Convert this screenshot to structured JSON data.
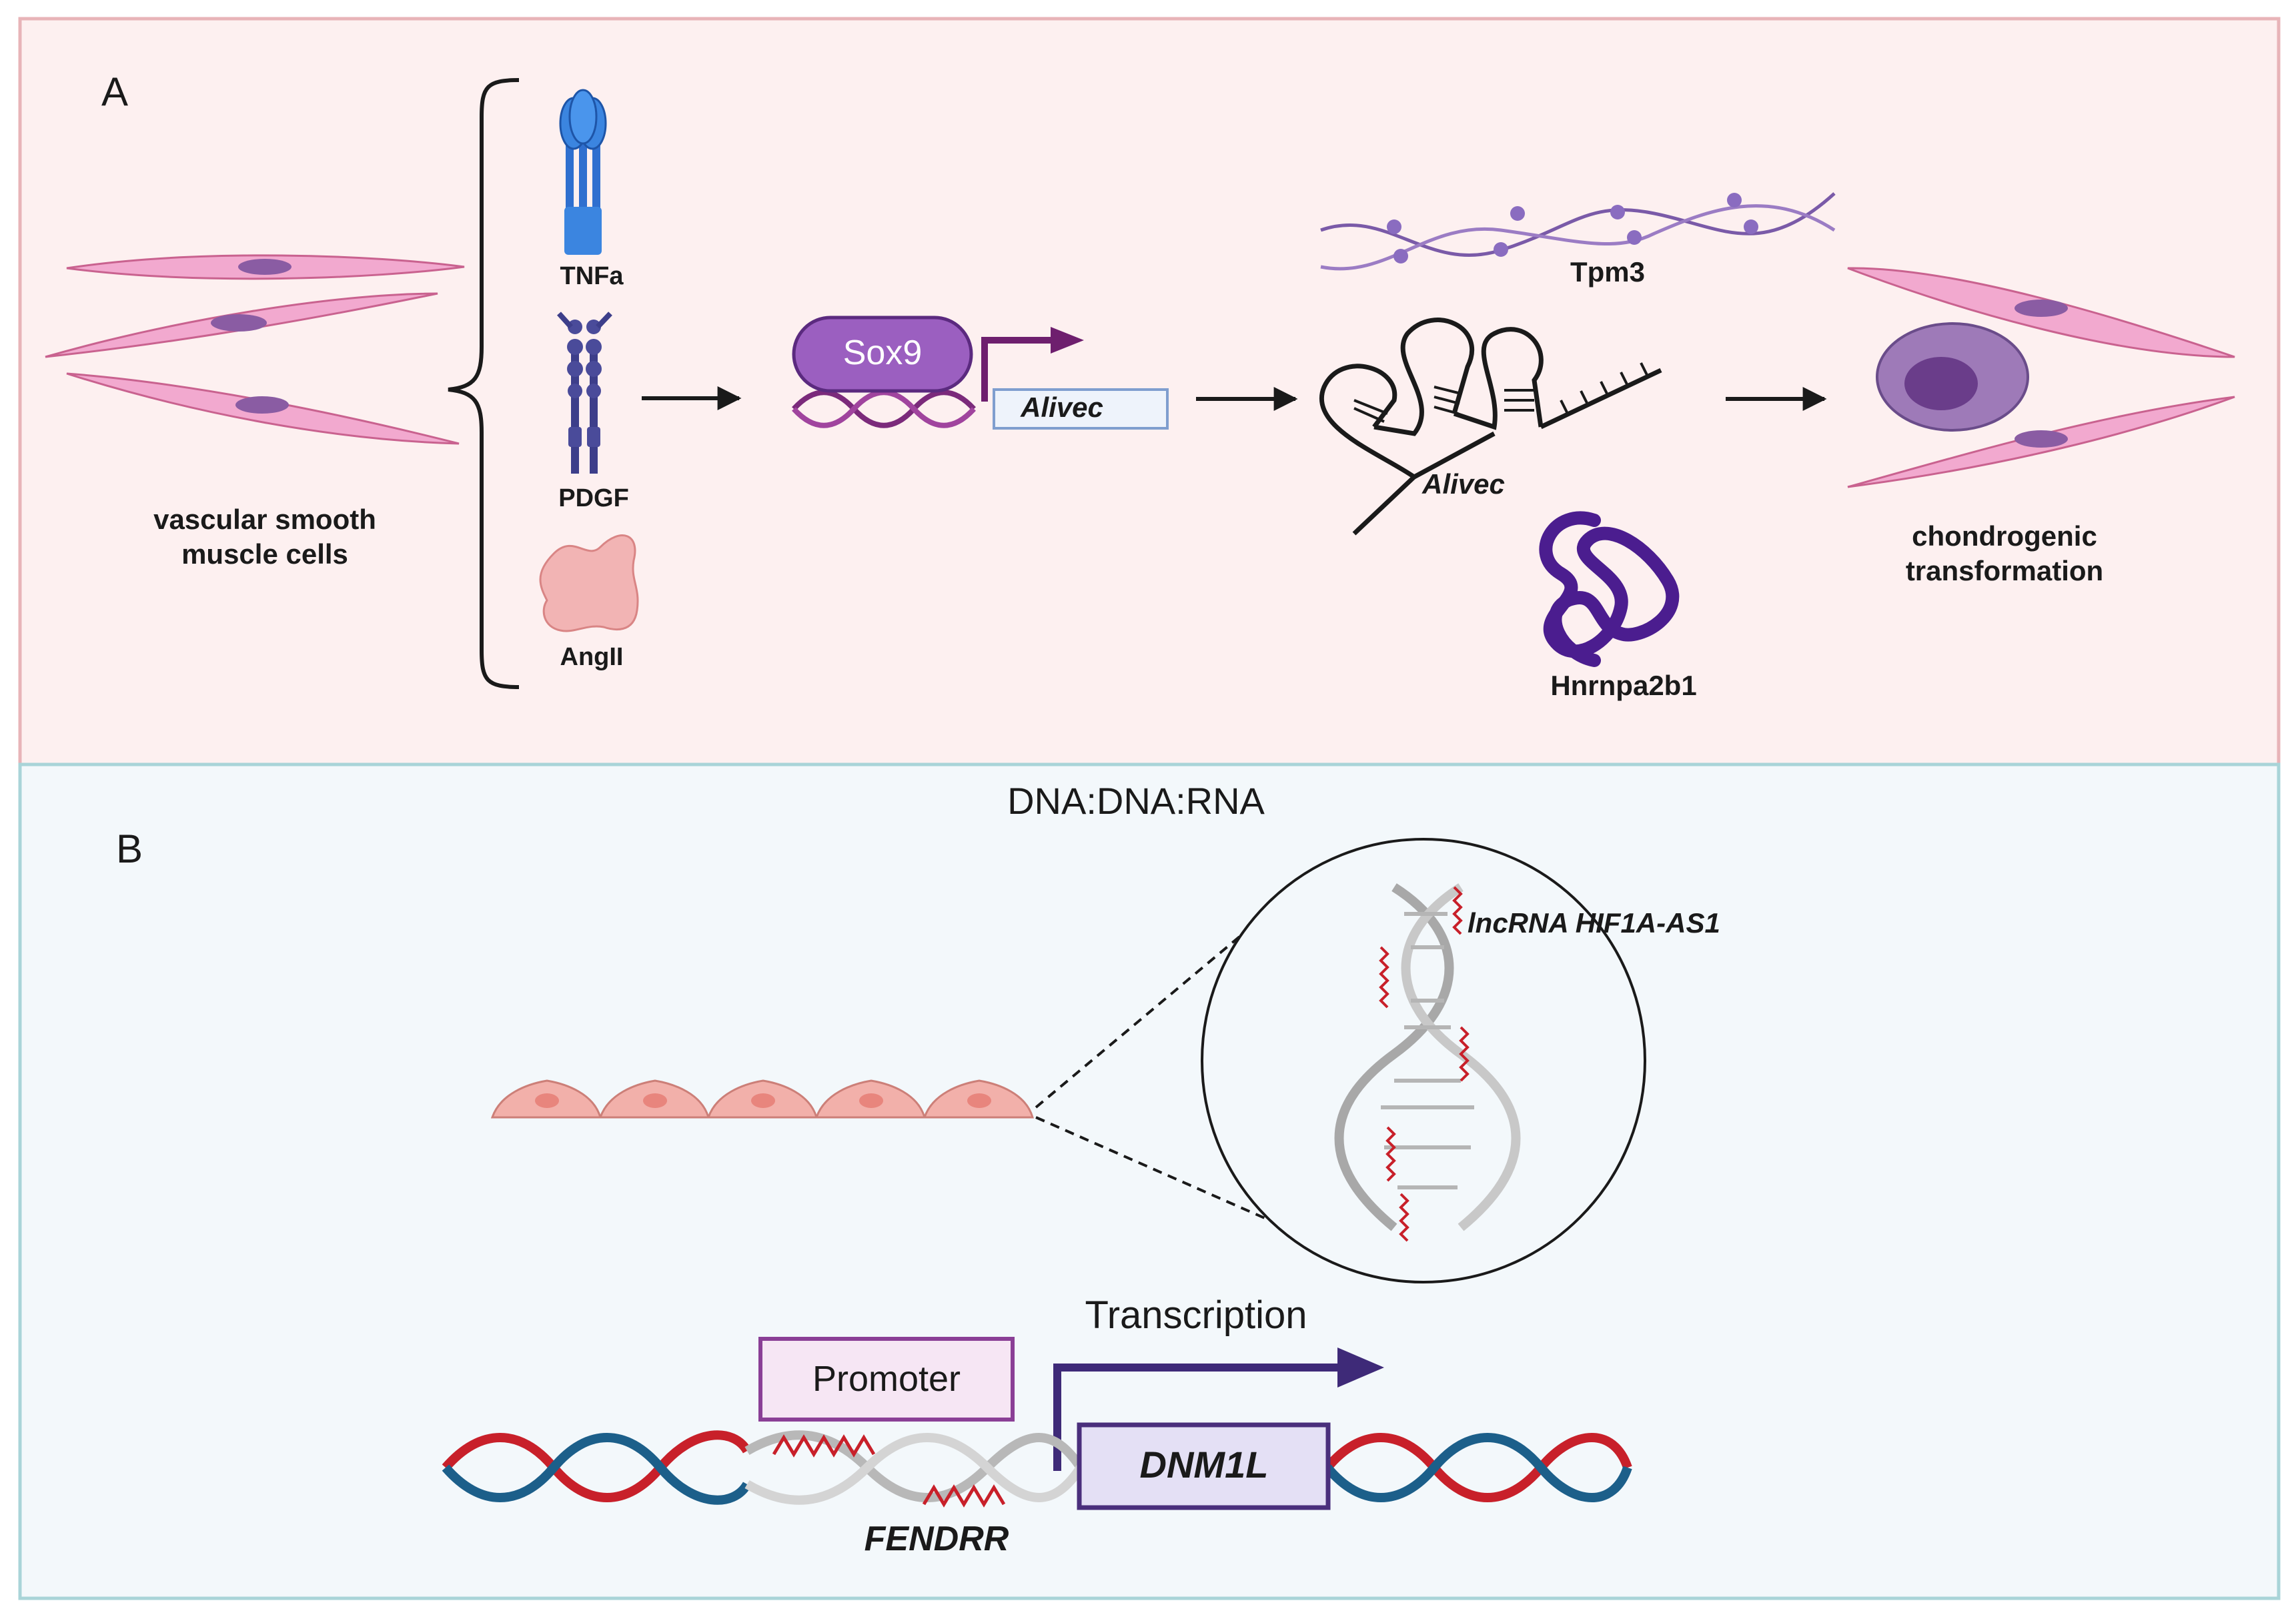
{
  "panel_a": {
    "letter": "A",
    "vsmc_label": [
      "vascular smooth",
      "muscle cells"
    ],
    "stimuli": {
      "tnfa": "TNFa",
      "pdgf": "PDGF",
      "angii": "AngII"
    },
    "sox9": "Sox9",
    "alivec_gene": "Alivec",
    "alivec_rna": "Alivec",
    "tpm3": "Tpm3",
    "hnrnpa2b1": "Hnrnpa2b1",
    "outcome_label": [
      "chondrogenic",
      "transformation"
    ]
  },
  "panel_b": {
    "letter": "B",
    "title": "DNA:DNA:RNA",
    "lncrna": "lncRNA HIF1A-AS1",
    "transcription": "Transcription",
    "promoter": "Promoter",
    "gene": "DNM1L",
    "fendrr": "FENDRR"
  },
  "colors": {
    "panel_a_bg": "#fdf0f0",
    "panel_a_border": "#e8b4b8",
    "panel_b_bg": "#f3f8fb",
    "panel_b_border": "#a9d4d8",
    "sox9": "#9b5fc0",
    "dna_red": "#c8202a",
    "dna_blue": "#1c5f8a",
    "dna_purple": "#7b2a7b",
    "promoter_box": "#8a3f96",
    "gene_box": "#4a2f7c",
    "arrow_purple": "#3e2a78"
  }
}
